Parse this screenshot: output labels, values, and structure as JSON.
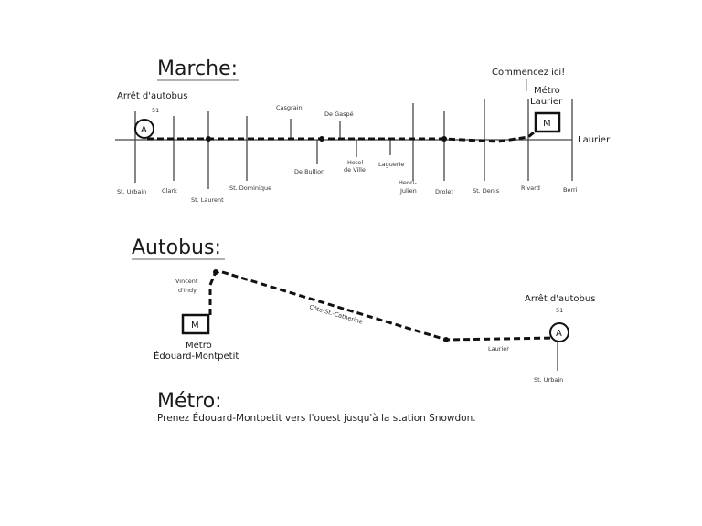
{
  "marche": {
    "title": "Marche:",
    "start_label": "Commencez ici!",
    "metro_laurier_label_1": "Métro",
    "metro_laurier_label_2": "Laurier",
    "metro_symbol": "M",
    "bus_stop_label": "Arrêt d'autobus",
    "bus_stop_number": "51",
    "bus_stop_symbol": "A",
    "main_street": "Laurier",
    "cross_streets_below": [
      "St. Urbain",
      "Clark",
      "St. Laurent",
      "St. Dominique",
      "De Bullion",
      "Hotel",
      "de Ville",
      "Laguerie",
      "Henri-",
      "Julien",
      "Drolet",
      "St. Denis",
      "Rivard",
      "Berri"
    ],
    "cross_streets_above": [
      "Casgrain",
      "De Gaspé"
    ]
  },
  "autobus": {
    "title": "Autobus:",
    "street_vincent_1": "Vincent",
    "street_vincent_2": "d'Indy",
    "metro_symbol": "M",
    "metro_label_1": "Métro",
    "metro_label_2": "Édouard-Montpetit",
    "cote_label": "Côte-St.-Catherine",
    "laurier_label": "Laurier",
    "bus_stop_label": "Arrêt d'autobus",
    "bus_stop_number": "51",
    "bus_stop_symbol": "A",
    "st_urbain_label": "St. Urbain"
  },
  "metro": {
    "title": "Métro:",
    "instruction": "Prenez Édouard-Montpetit vers l'ouest jusqu'à la station Snowdon."
  }
}
